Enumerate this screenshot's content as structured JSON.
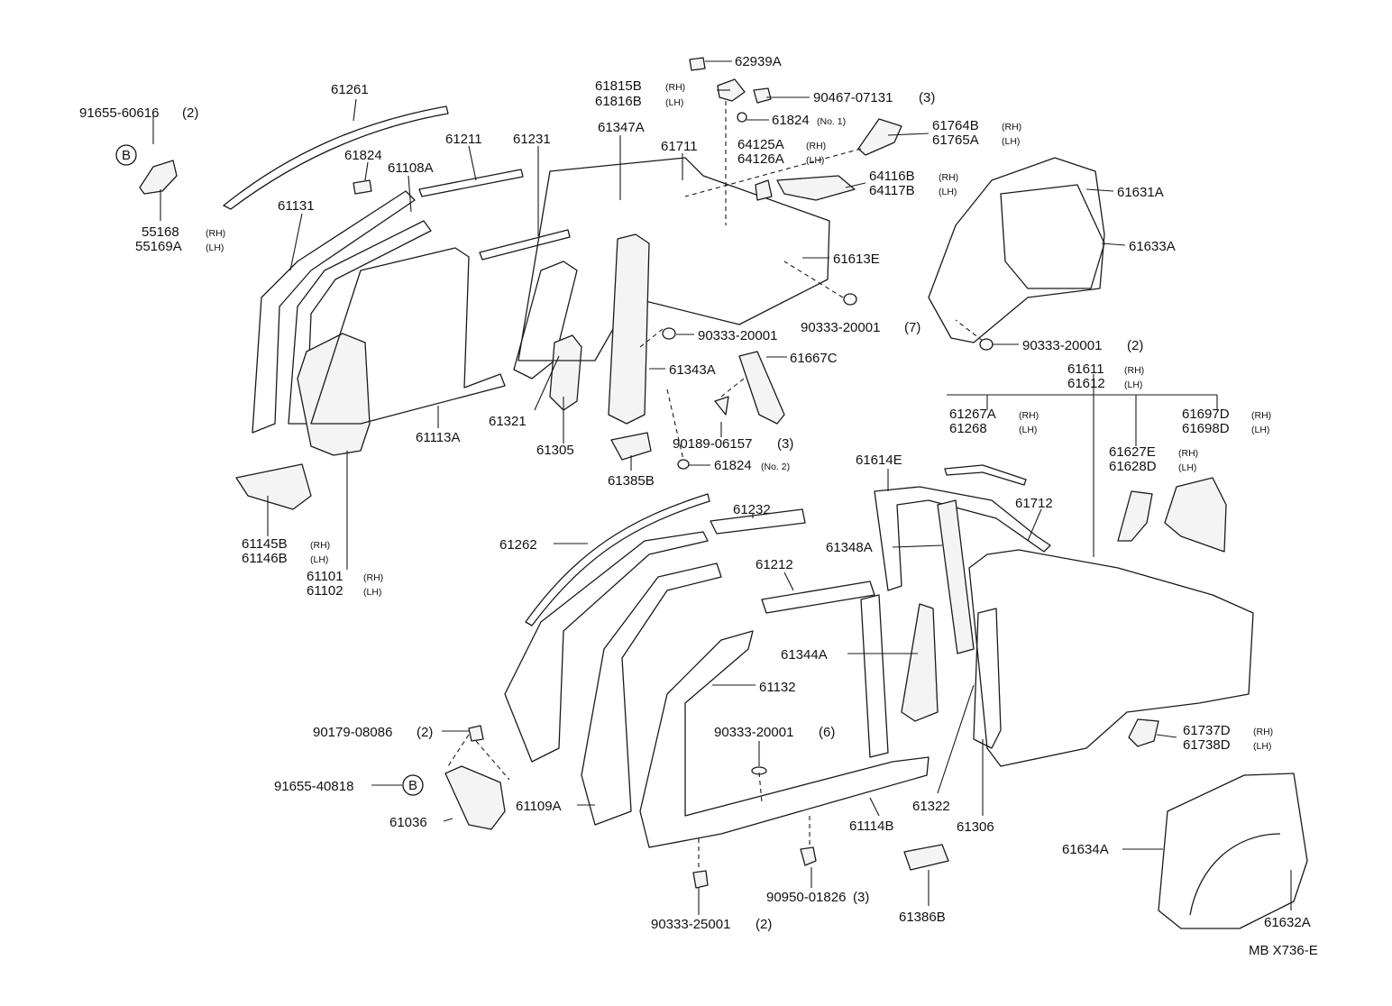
{
  "diagram_code": "MB X736-E",
  "callouts": [
    {
      "id": "c1",
      "code": "62939A",
      "side": ""
    },
    {
      "id": "c2",
      "code": "61815B",
      "side": "(RH)"
    },
    {
      "id": "c3",
      "code": "61816B",
      "side": "(LH)"
    },
    {
      "id": "c4",
      "code": "90467-07131",
      "qty": "(3)"
    },
    {
      "id": "c5",
      "code": "61824",
      "qty": "(No. 1)"
    },
    {
      "id": "c6",
      "code": "61764B",
      "side": "(RH)"
    },
    {
      "id": "c7",
      "code": "61765A",
      "side": "(LH)"
    },
    {
      "id": "c8",
      "code": "64125A",
      "side": "(RH)"
    },
    {
      "id": "c9",
      "code": "64126A",
      "side": "(LH)"
    },
    {
      "id": "c10",
      "code": "64116B",
      "side": "(RH)"
    },
    {
      "id": "c11",
      "code": "64117B",
      "side": "(LH)"
    },
    {
      "id": "c12",
      "code": "61261"
    },
    {
      "id": "c13",
      "code": "91655-60616",
      "qty": "(2)"
    },
    {
      "id": "c14",
      "code": "55168",
      "side": "(RH)"
    },
    {
      "id": "c15",
      "code": "55169A",
      "side": "(LH)"
    },
    {
      "id": "c16",
      "code": "61211"
    },
    {
      "id": "c17",
      "code": "61231"
    },
    {
      "id": "c18",
      "code": "61347A"
    },
    {
      "id": "c19",
      "code": "61711"
    },
    {
      "id": "c20",
      "code": "61824"
    },
    {
      "id": "c21",
      "code": "61108A"
    },
    {
      "id": "c22",
      "code": "61131"
    },
    {
      "id": "c23",
      "code": "61631A"
    },
    {
      "id": "c24",
      "code": "61633A"
    },
    {
      "id": "c25",
      "code": "61613E"
    },
    {
      "id": "c26",
      "code": "90333-20001",
      "qty": "(7)"
    },
    {
      "id": "c27",
      "code": "90333-20001"
    },
    {
      "id": "c28",
      "code": "90333-20001",
      "qty": "(2)"
    },
    {
      "id": "c29",
      "code": "61343A"
    },
    {
      "id": "c30",
      "code": "61667C"
    },
    {
      "id": "c31",
      "code": "61611",
      "side": "(RH)"
    },
    {
      "id": "c32",
      "code": "61612",
      "side": "(LH)"
    },
    {
      "id": "c33",
      "code": "61321"
    },
    {
      "id": "c34",
      "code": "61113A"
    },
    {
      "id": "c35",
      "code": "61305"
    },
    {
      "id": "c36",
      "code": "90189-06157",
      "qty": "(3)"
    },
    {
      "id": "c37",
      "code": "61267A",
      "side": "(RH)"
    },
    {
      "id": "c38",
      "code": "61268",
      "side": "(LH)"
    },
    {
      "id": "c39",
      "code": "61697D",
      "side": "(RH)"
    },
    {
      "id": "c40",
      "code": "61698D",
      "side": "(LH)"
    },
    {
      "id": "c41",
      "code": "61385B"
    },
    {
      "id": "c42",
      "code": "61824",
      "qty": "(No. 2)"
    },
    {
      "id": "c43",
      "code": "61627E",
      "side": "(RH)"
    },
    {
      "id": "c44",
      "code": "61628D",
      "side": "(LH)"
    },
    {
      "id": "c45",
      "code": "61614E"
    },
    {
      "id": "c46",
      "code": "61145B",
      "side": "(RH)"
    },
    {
      "id": "c47",
      "code": "61146B",
      "side": "(LH)"
    },
    {
      "id": "c48",
      "code": "61101",
      "side": "(RH)"
    },
    {
      "id": "c49",
      "code": "61102",
      "side": "(LH)"
    },
    {
      "id": "c50",
      "code": "61232"
    },
    {
      "id": "c51",
      "code": "61262"
    },
    {
      "id": "c52",
      "code": "61712"
    },
    {
      "id": "c53",
      "code": "61348A"
    },
    {
      "id": "c54",
      "code": "61212"
    },
    {
      "id": "c55",
      "code": "61344A"
    },
    {
      "id": "c56",
      "code": "61132"
    },
    {
      "id": "c57",
      "code": "90333-20001",
      "qty": "(6)"
    },
    {
      "id": "c58",
      "code": "90179-08086",
      "qty": "(2)"
    },
    {
      "id": "c59",
      "code": "91655-40818"
    },
    {
      "id": "c60",
      "code": "61036"
    },
    {
      "id": "c61",
      "code": "61109A"
    },
    {
      "id": "c62",
      "code": "61114B"
    },
    {
      "id": "c63",
      "code": "61322"
    },
    {
      "id": "c64",
      "code": "61306"
    },
    {
      "id": "c65",
      "code": "61737D",
      "side": "(RH)"
    },
    {
      "id": "c66",
      "code": "61738D",
      "side": "(LH)"
    },
    {
      "id": "c67",
      "code": "61634A"
    },
    {
      "id": "c68",
      "code": "61632A"
    },
    {
      "id": "c69",
      "code": "90950-01826",
      "qty": "(3)"
    },
    {
      "id": "c70",
      "code": "90333-25001",
      "qty": "(2)"
    },
    {
      "id": "c71",
      "code": "61386B"
    }
  ],
  "markers": [
    {
      "id": "m1",
      "glyph": "B"
    },
    {
      "id": "m2",
      "glyph": "B"
    }
  ]
}
